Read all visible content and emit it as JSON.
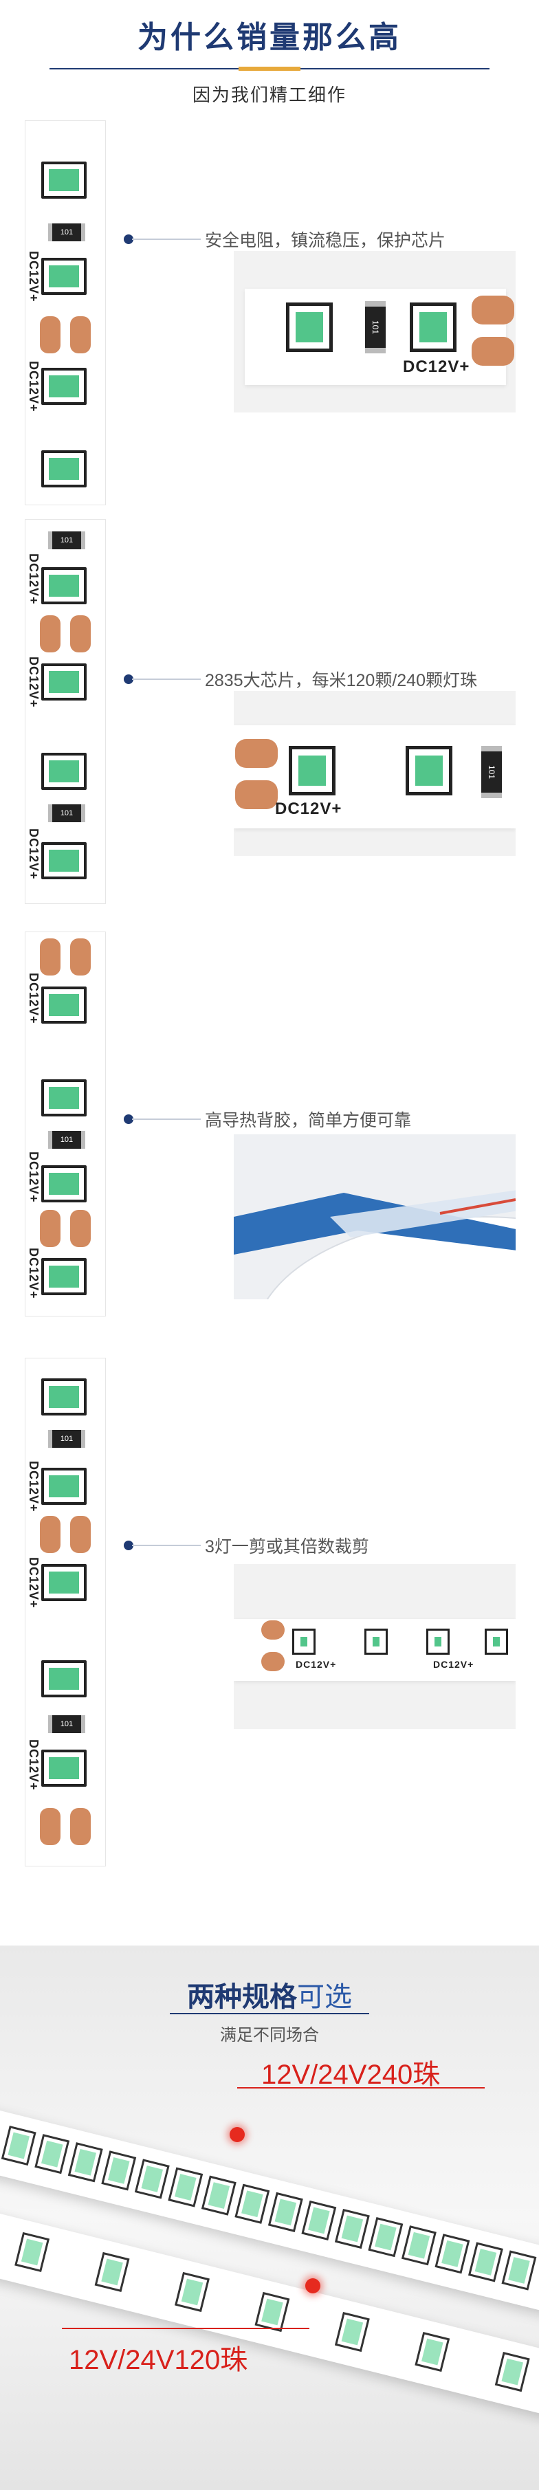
{
  "header": {
    "title": "为什么销量那么高",
    "subtitle": "因为我们精工细作"
  },
  "strip": {
    "resistor_label": "101",
    "voltage_label": "DC12V+"
  },
  "features": [
    {
      "text": "安全电阻，镇流稳压，保护芯片"
    },
    {
      "text": "2835大芯片，每米120颗/240颗灯珠"
    },
    {
      "text": "高导热背胶，简单方便可靠"
    },
    {
      "text": "3灯一剪或其倍数裁剪"
    }
  ],
  "specs": {
    "title_main": "两种规格",
    "title_accent": "可选",
    "subtitle": "满足不同场合",
    "label_240": "12V/24V240珠",
    "label_120": "12V/24V120珠"
  },
  "colors": {
    "brand_navy": "#1f3a73",
    "accent_gold": "#e7a93b",
    "copper_pad": "#d28a5f",
    "led_green": "#52c58a",
    "label_red": "#d8211b"
  }
}
